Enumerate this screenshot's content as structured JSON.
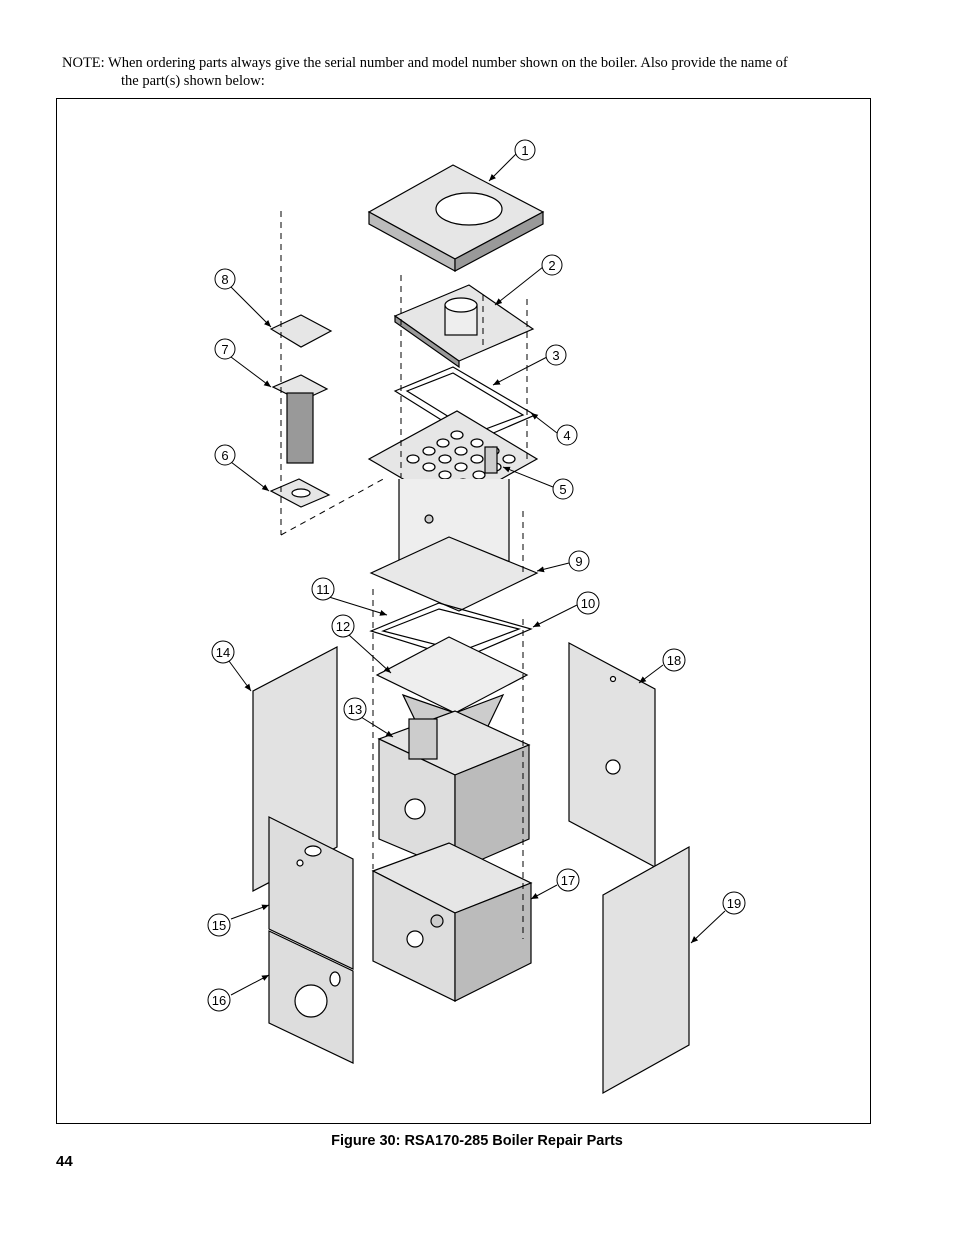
{
  "note": {
    "line1": "NOTE:   When ordering parts always give the serial number and model number shown on the boiler.  Also provide the name of",
    "line2": "the part(s) shown below:"
  },
  "figure": {
    "caption": "Figure 30:  RSA170-285 Boiler Repair Parts",
    "callouts": [
      "1",
      "2",
      "3",
      "4",
      "5",
      "6",
      "7",
      "8",
      "9",
      "10",
      "11",
      "12",
      "13",
      "14",
      "15",
      "16",
      "17",
      "18",
      "19"
    ]
  },
  "page_number": "44"
}
